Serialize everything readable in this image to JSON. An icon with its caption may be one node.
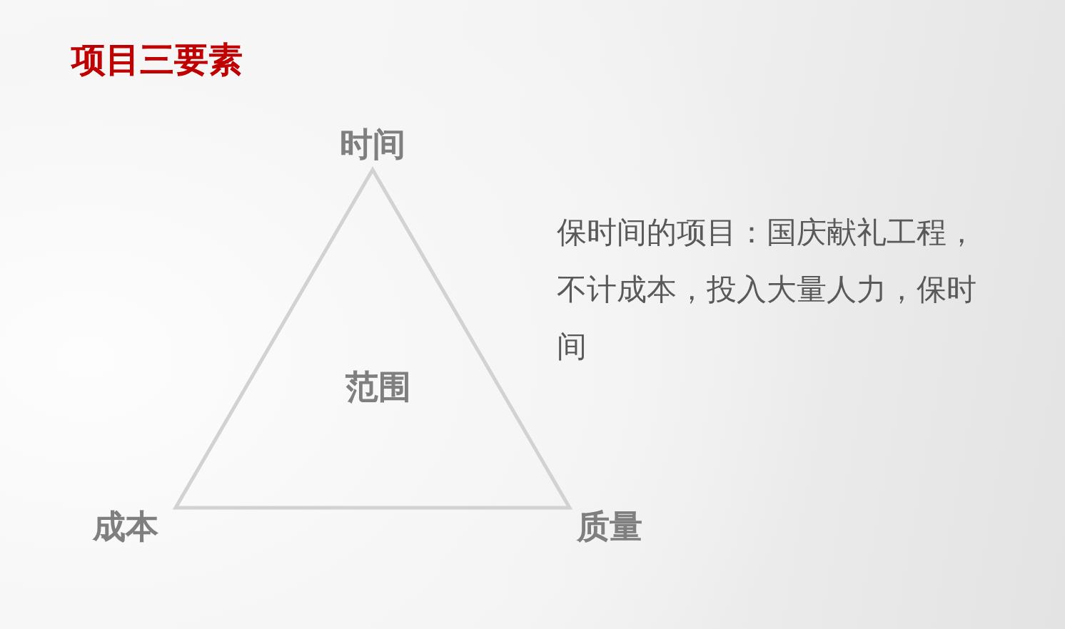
{
  "diagram": {
    "title": "项目三要素",
    "nodes": [
      {
        "text": [
          "范围"
        ],
        "beside": [
          "时间",
          "成本",
          "质量"
        ]
      }
    ],
    "labels": [
      "保时间的项目：国庆献礼工程，不计成本，投入大量人力，保时间"
    ]
  }
}
